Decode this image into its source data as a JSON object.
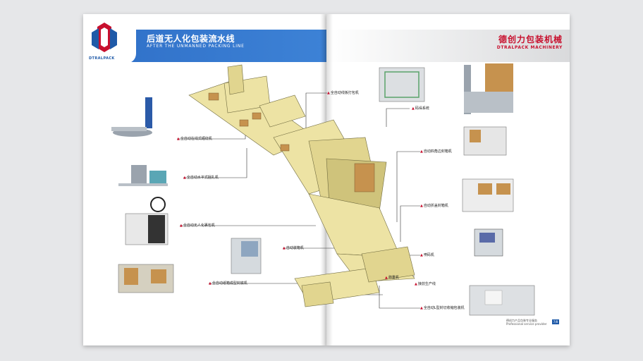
{
  "header": {
    "title_cn": "后道无人化包装流水线",
    "title_en": "AFTER THE UNMANNED PACKING LINE",
    "brand_cn": "德创力包装机械",
    "brand_en": "DTRALPACK MACHINERY",
    "logo_text": "DTRALPACK"
  },
  "colors": {
    "header_blue": "#2f6fc7",
    "header_grey": "#d9dadc",
    "brand_red": "#c8102e",
    "conveyor_yellow": "#ede3a4",
    "machine_grey": "#9aa3ad"
  },
  "labels": {
    "stretch_wrapper": "全自动在线式缠绕机",
    "horizontal_strapper": "全自动水平式捆扎机",
    "unmanned_wrapper": "全自动无人化裹包机",
    "case_packer": "自动装箱机",
    "case_erector": "全自动纸箱成型封底机",
    "strapper_right": "全自动线板打包机",
    "palletizer": "码垛系统",
    "corner_sealer": "自动四角边封箱机",
    "fold_sealer": "自动折盖封箱机",
    "coder": "喷码机",
    "weigher": "称重机",
    "production_line": "接前生产线",
    "shrink_wrapper": "全自动L型封切收缩包装机"
  },
  "footer": {
    "line1": "德创力产品包装专业服务",
    "line2": "Professional service provider",
    "page": "7/8"
  }
}
